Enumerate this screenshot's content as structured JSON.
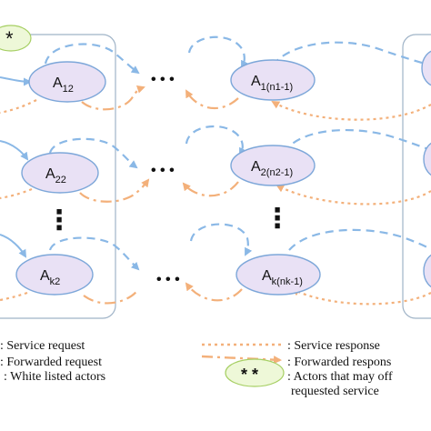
{
  "colors": {
    "service_request": "#8ab8e6",
    "forwarded_request": "#f3b07a",
    "service_response": "#f3b07a",
    "forwarded_response": "#f3b07a",
    "actor_fill": "#e9e1f5",
    "actor_stroke": "#7da7d9",
    "whitelist_fill": "#eef8d8",
    "whitelist_stroke": "#a6cf63",
    "group_border": "#9fb3c7"
  },
  "top_badge": {
    "text": "*"
  },
  "actors": [
    {
      "id": "a12",
      "main": "A",
      "sub": "12"
    },
    {
      "id": "a1n",
      "main": "A",
      "sub": "1(n1-1)"
    },
    {
      "id": "a22",
      "main": "A",
      "sub": "22"
    },
    {
      "id": "a2n",
      "main": "A",
      "sub": "2(n2-1)"
    },
    {
      "id": "ak2",
      "main": "A",
      "sub": "k2"
    },
    {
      "id": "akn",
      "main": "A",
      "sub": "k(nk-1)"
    }
  ],
  "ellipsis": {
    "horizontal": "• • •",
    "vertical": "⋮"
  },
  "legend": {
    "service_request": ": Service request",
    "forwarded_request": ": Forwarded request",
    "white_listed": ": White listed actors",
    "service_response": ": Service response",
    "forwarded_response": ": Forwarded respons",
    "offer_line1": ": Actors that may off",
    "offer_line2": "requested service",
    "double_star": "* *"
  }
}
